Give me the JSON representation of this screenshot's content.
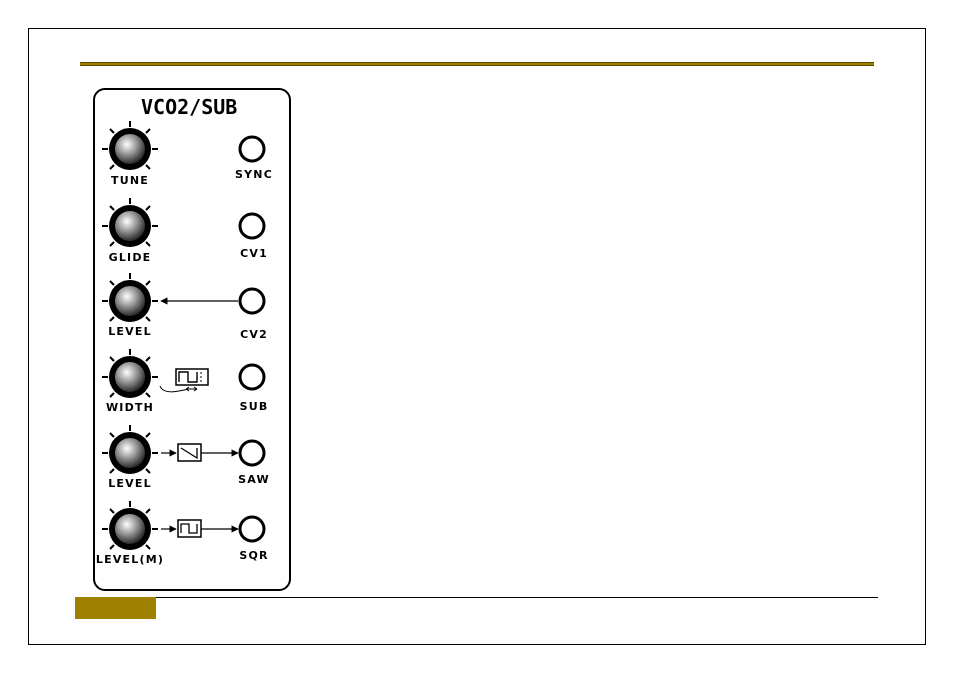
{
  "panel": {
    "title": "VCO2/SUB",
    "knobs": [
      {
        "label": "TUNE"
      },
      {
        "label": "GLIDE"
      },
      {
        "label": "LEVEL"
      },
      {
        "label": "WIDTH"
      },
      {
        "label": "LEVEL"
      },
      {
        "label": "LEVEL(M)"
      }
    ],
    "jacks": [
      {
        "label": "SYNC"
      },
      {
        "label": "CV1"
      },
      {
        "label": "CV2"
      },
      {
        "label": "SUB"
      },
      {
        "label": "SAW"
      },
      {
        "label": "SQR"
      }
    ]
  },
  "colors": {
    "accent": "#a08000",
    "line": "#000000"
  }
}
